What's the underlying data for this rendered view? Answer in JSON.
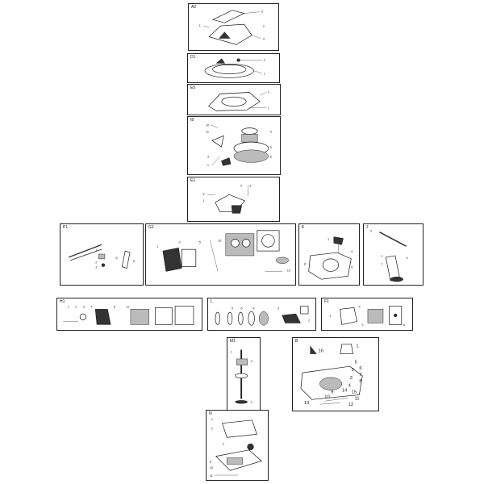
{
  "panels": {
    "a2": {
      "code": "A2"
    },
    "d1": {
      "code": "D1"
    },
    "e5": {
      "code": "E5"
    },
    "i8": {
      "code": "I8"
    },
    "e1": {
      "code": "E1"
    },
    "p1": {
      "code": "P1"
    },
    "g1": {
      "code": "G1"
    },
    "k": {
      "code": "K"
    },
    "j": {
      "code": "J"
    },
    "h1": {
      "code": "H1"
    },
    "l": {
      "code": "L"
    },
    "f1": {
      "code": "F1"
    },
    "m1": {
      "code": "M1"
    },
    "b": {
      "code": "B",
      "callouts": [
        "16",
        "1",
        "2",
        "3",
        "4",
        "5",
        "6",
        "7",
        "8",
        "9",
        "10",
        "11",
        "12",
        "13",
        "14",
        "15"
      ]
    },
    "n": {
      "code": "N"
    }
  }
}
